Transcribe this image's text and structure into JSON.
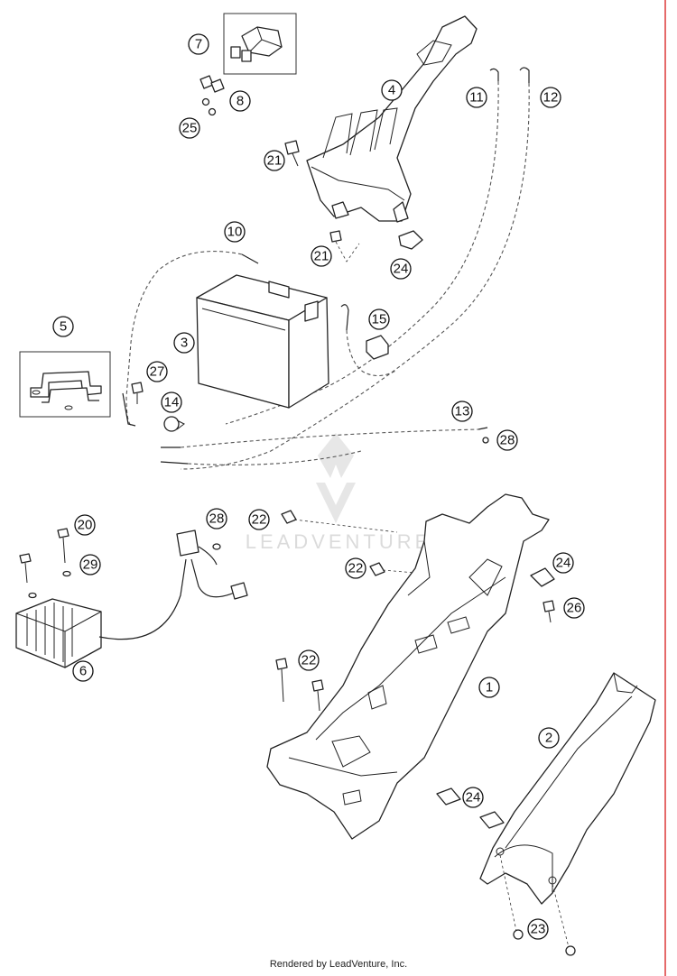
{
  "callouts": {
    "c1": "1",
    "c2": "2",
    "c3": "3",
    "c4": "4",
    "c5": "5",
    "c6": "6",
    "c7": "7",
    "c8": "8",
    "c10": "10",
    "c11": "11",
    "c12": "12",
    "c13": "13",
    "c14": "14",
    "c15": "15",
    "c20": "20",
    "c21a": "21",
    "c21b": "21",
    "c22a": "22",
    "c22b": "22",
    "c22c": "22",
    "c23": "23",
    "c24a": "24",
    "c24b": "24",
    "c24c": "24",
    "c25": "25",
    "c26": "26",
    "c27": "27",
    "c28a": "28",
    "c28b": "28",
    "c29": "29"
  },
  "watermark": "LEADVENTURE",
  "footer": "Rendered by LeadVenture, Inc.",
  "colors": {
    "line": "#222222",
    "edge_mark": "#e56a6a",
    "watermark": "#d8d8d8"
  }
}
